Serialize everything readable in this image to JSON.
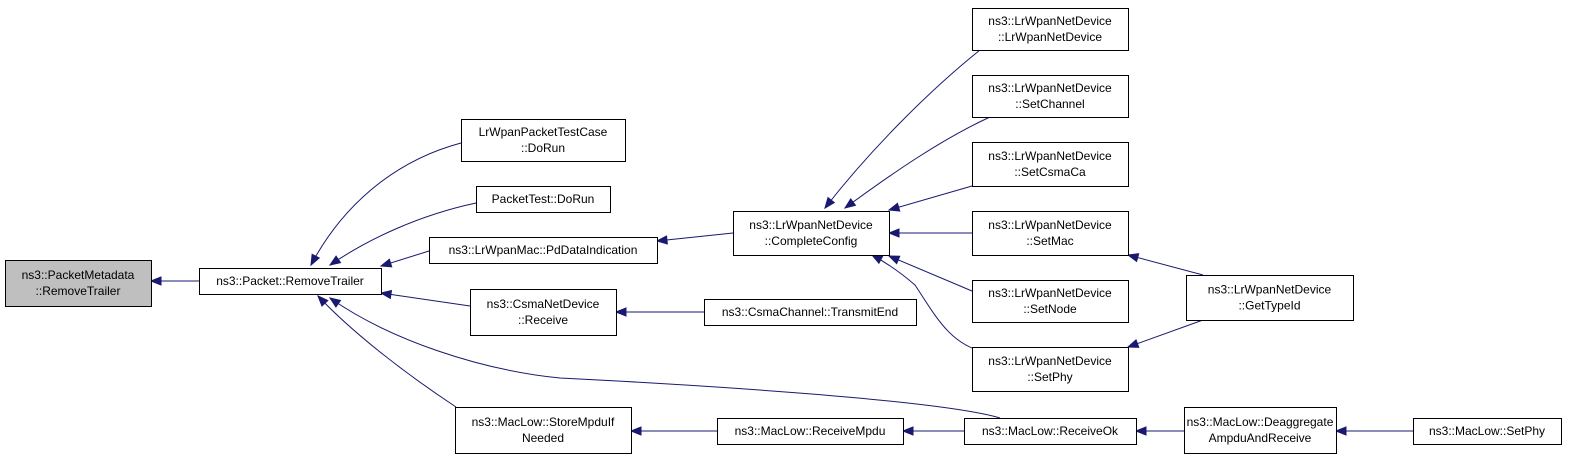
{
  "diagram": {
    "colors": {
      "edge": "#191970",
      "root_fill": "#bfbfbf",
      "node_fill": "#ffffff",
      "border": "#000000"
    },
    "nodes": [
      {
        "id": "n0",
        "lines": [
          "ns3::PacketMetadata",
          "::RemoveTrailer"
        ]
      },
      {
        "id": "n1",
        "lines": [
          "ns3::Packet::RemoveTrailer"
        ]
      },
      {
        "id": "n2",
        "lines": [
          "LrWpanPacketTestCase",
          "::DoRun"
        ]
      },
      {
        "id": "n3",
        "lines": [
          "PacketTest::DoRun"
        ]
      },
      {
        "id": "n4",
        "lines": [
          "ns3::LrWpanMac::PdDataIndication"
        ]
      },
      {
        "id": "n5",
        "lines": [
          "ns3::CsmaNetDevice",
          "::Receive"
        ]
      },
      {
        "id": "n6",
        "lines": [
          "ns3::MacLow::StoreMpduIf",
          "Needed"
        ]
      },
      {
        "id": "n7",
        "lines": [
          "ns3::LrWpanNetDevice",
          "::CompleteConfig"
        ]
      },
      {
        "id": "n8",
        "lines": [
          "ns3::CsmaChannel::TransmitEnd"
        ]
      },
      {
        "id": "n9",
        "lines": [
          "ns3::MacLow::ReceiveMpdu"
        ]
      },
      {
        "id": "n10",
        "lines": [
          "ns3::MacLow::ReceiveOk"
        ]
      },
      {
        "id": "n11",
        "lines": [
          "ns3::LrWpanNetDevice",
          "::LrWpanNetDevice"
        ]
      },
      {
        "id": "n12",
        "lines": [
          "ns3::LrWpanNetDevice",
          "::SetChannel"
        ]
      },
      {
        "id": "n13",
        "lines": [
          "ns3::LrWpanNetDevice",
          "::SetCsmaCa"
        ]
      },
      {
        "id": "n14",
        "lines": [
          "ns3::LrWpanNetDevice",
          "::SetMac"
        ]
      },
      {
        "id": "n15",
        "lines": [
          "ns3::LrWpanNetDevice",
          "::SetNode"
        ]
      },
      {
        "id": "n16",
        "lines": [
          "ns3::LrWpanNetDevice",
          "::SetPhy"
        ]
      },
      {
        "id": "n17",
        "lines": [
          "ns3::LrWpanNetDevice",
          "::GetTypeId"
        ]
      },
      {
        "id": "n18",
        "lines": [
          "ns3::MacLow::Deaggregate",
          "AmpduAndReceive"
        ]
      },
      {
        "id": "n19",
        "lines": [
          "ns3::MacLow::SetPhy"
        ]
      }
    ],
    "edges": [
      {
        "from": "n1",
        "to": "n0"
      },
      {
        "from": "n2",
        "to": "n1"
      },
      {
        "from": "n3",
        "to": "n1"
      },
      {
        "from": "n4",
        "to": "n1"
      },
      {
        "from": "n5",
        "to": "n1"
      },
      {
        "from": "n6",
        "to": "n1"
      },
      {
        "from": "n10",
        "to": "n1"
      },
      {
        "from": "n7",
        "to": "n4"
      },
      {
        "from": "n8",
        "to": "n5"
      },
      {
        "from": "n9",
        "to": "n6"
      },
      {
        "from": "n10",
        "to": "n9"
      },
      {
        "from": "n18",
        "to": "n10"
      },
      {
        "from": "n19",
        "to": "n18"
      },
      {
        "from": "n11",
        "to": "n7"
      },
      {
        "from": "n12",
        "to": "n7"
      },
      {
        "from": "n13",
        "to": "n7"
      },
      {
        "from": "n14",
        "to": "n7"
      },
      {
        "from": "n15",
        "to": "n7"
      },
      {
        "from": "n16",
        "to": "n7"
      },
      {
        "from": "n17",
        "to": "n14"
      },
      {
        "from": "n17",
        "to": "n16"
      }
    ]
  }
}
